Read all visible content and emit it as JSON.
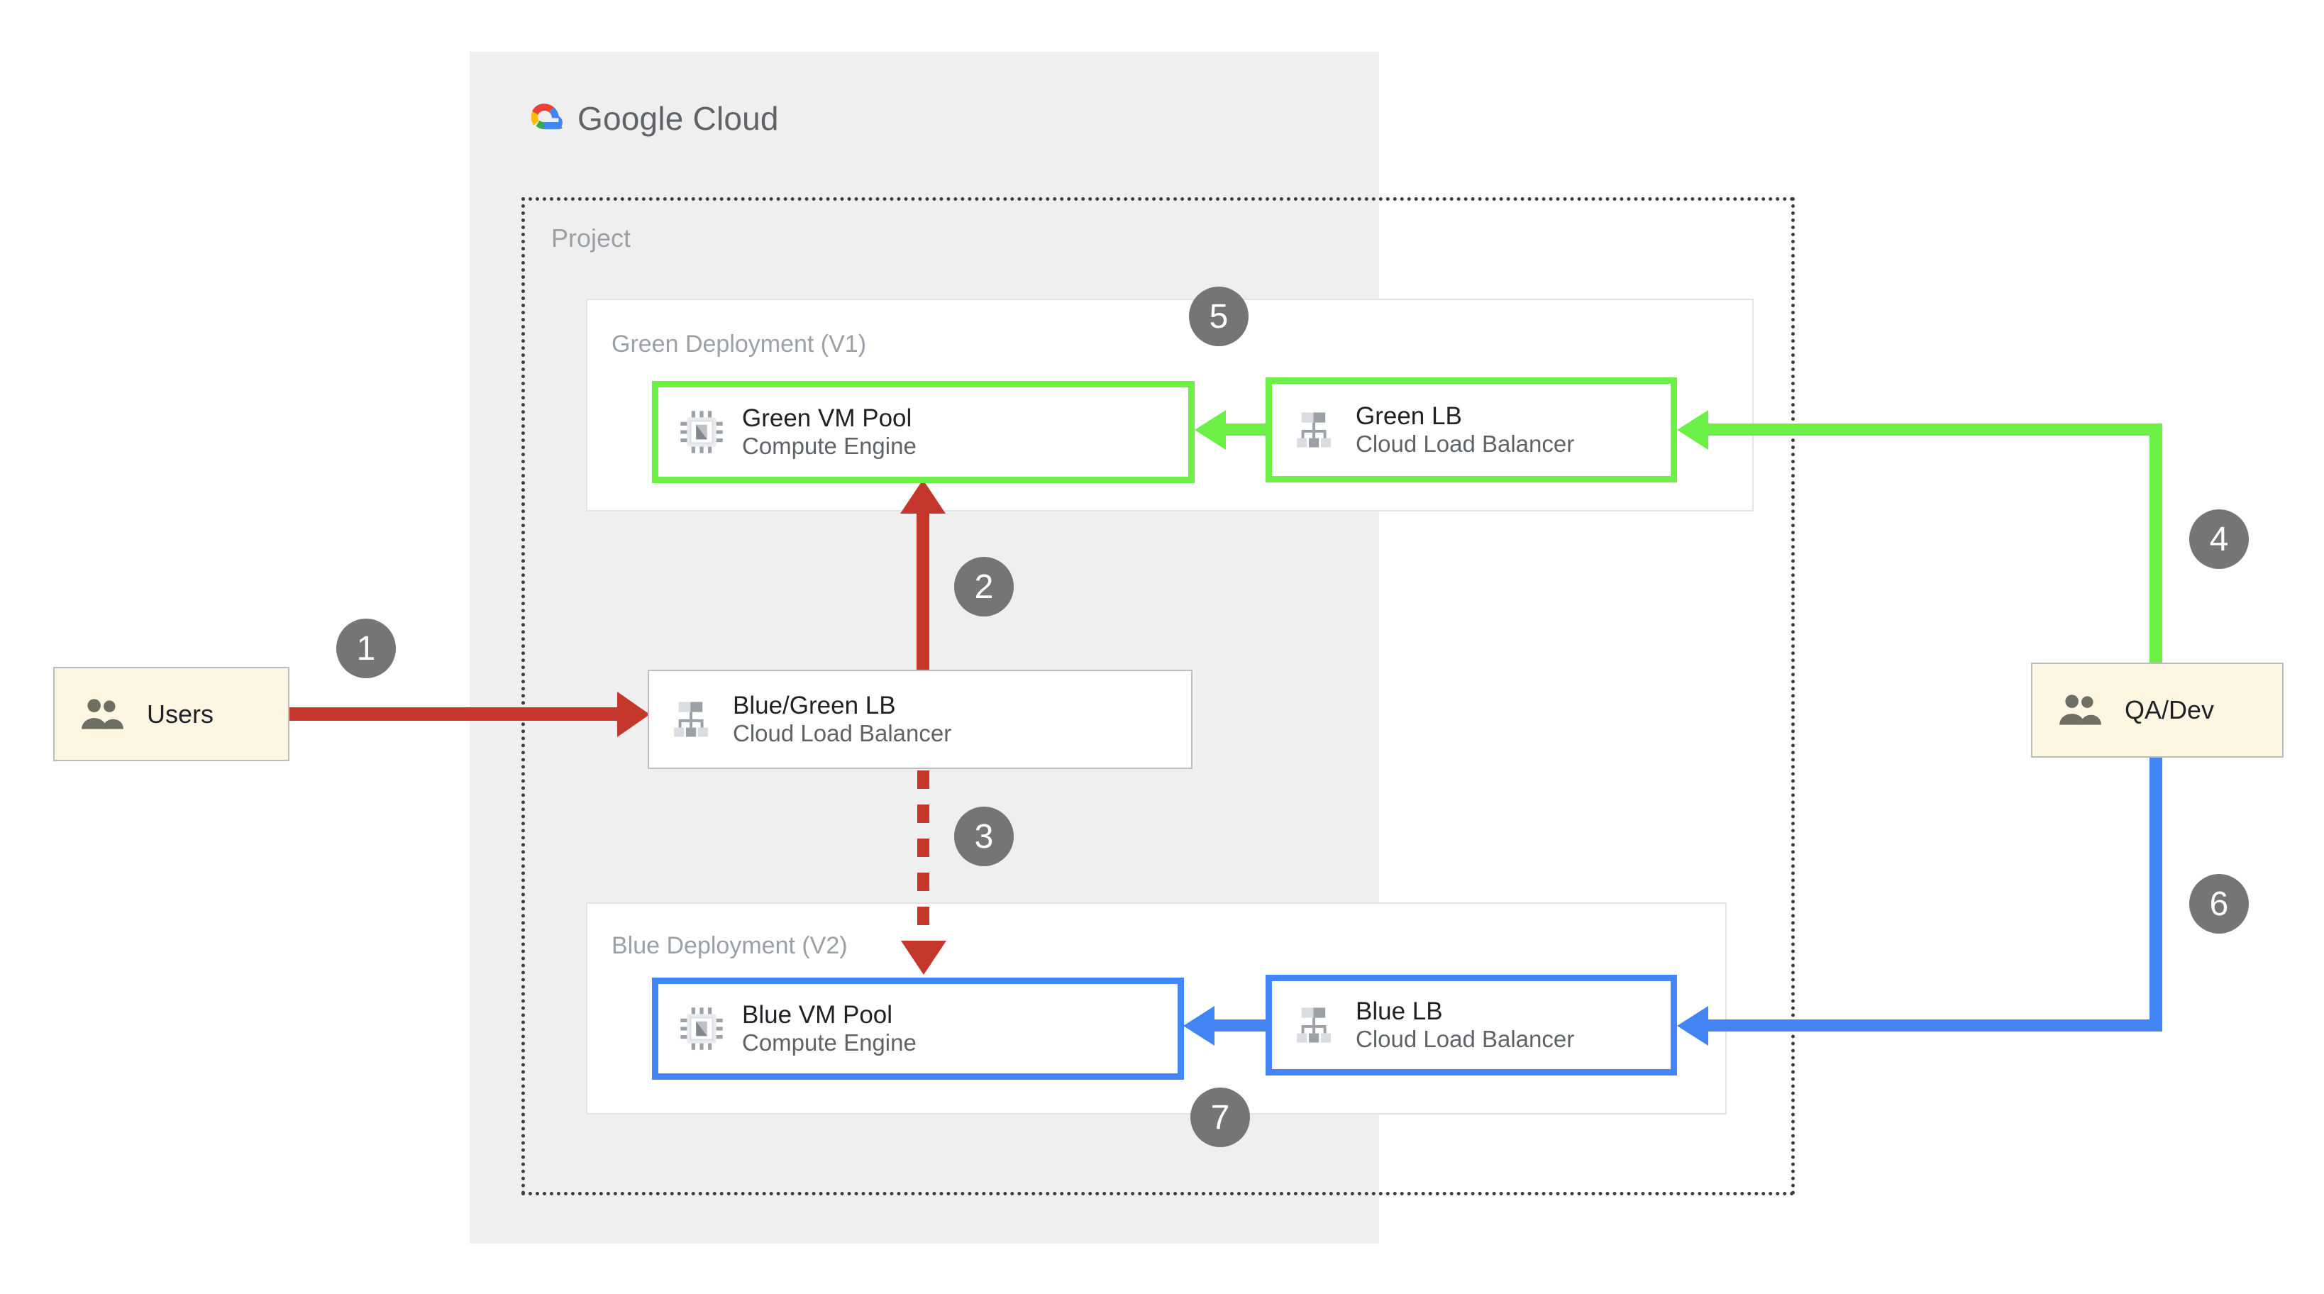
{
  "brand": {
    "name_bold": "Google",
    "name_light": " Cloud",
    "logo_icon": "google-cloud-logo-icon",
    "colors": {
      "red": "#ea4335",
      "yellow": "#fbbc04",
      "green": "#34a853",
      "blue": "#4285f4"
    }
  },
  "containers": {
    "cloud_panel": {
      "label": ""
    },
    "project": {
      "label": "Project"
    },
    "green_deployment": {
      "label": "Green Deployment (V1)"
    },
    "blue_deployment": {
      "label": "Blue Deployment (V2)"
    }
  },
  "actors": [
    {
      "id": "users",
      "label": "Users",
      "icon": "users-group-icon",
      "bg": "#fdf6e3"
    },
    {
      "id": "qadev",
      "label": "QA/Dev",
      "icon": "users-group-icon",
      "bg": "#fdf6e3"
    }
  ],
  "nodes": [
    {
      "id": "green-vm",
      "title": "Green VM Pool",
      "subtitle": "Compute Engine",
      "icon": "cpu-chip-icon",
      "border": "#6bf046"
    },
    {
      "id": "green-lb",
      "title": "Green LB",
      "subtitle": "Cloud Load Balancer",
      "icon": "load-balancer-icon",
      "border": "#6bf046"
    },
    {
      "id": "bg-lb",
      "title": "Blue/Green LB",
      "subtitle": "Cloud Load Balancer",
      "icon": "load-balancer-icon",
      "border": "#bdbdbd"
    },
    {
      "id": "blue-vm",
      "title": "Blue VM Pool",
      "subtitle": "Compute Engine",
      "icon": "cpu-chip-icon",
      "border": "#4285f4"
    },
    {
      "id": "blue-lb",
      "title": "Blue LB",
      "subtitle": "Cloud Load Balancer",
      "icon": "load-balancer-icon",
      "border": "#4285f4"
    }
  ],
  "steps": [
    {
      "number": "1",
      "from": "users",
      "to": "bg-lb",
      "style": "solid",
      "color": "#c5372c"
    },
    {
      "number": "2",
      "from": "bg-lb",
      "to": "green-vm",
      "style": "solid",
      "color": "#c5372c"
    },
    {
      "number": "3",
      "from": "bg-lb",
      "to": "blue-vm",
      "style": "dashed",
      "color": "#c5372c"
    },
    {
      "number": "4",
      "from": "qadev",
      "to": "green-lb",
      "style": "solid",
      "color": "#6bf046"
    },
    {
      "number": "5",
      "from": "green-lb",
      "to": "green-vm",
      "style": "solid",
      "color": "#6bf046"
    },
    {
      "number": "6",
      "from": "qadev",
      "to": "blue-lb",
      "style": "solid",
      "color": "#4285f4"
    },
    {
      "number": "7",
      "from": "blue-lb",
      "to": "blue-vm",
      "style": "solid",
      "color": "#4285f4"
    }
  ],
  "palette": {
    "panel_bg": "#efefef",
    "badge_bg": "#757575",
    "label_gray": "#9aa0a6",
    "title_text": "#202124",
    "subtitle_text": "#5f6368",
    "red": "#c5372c",
    "green": "#6bf046",
    "blue": "#4285f4"
  }
}
